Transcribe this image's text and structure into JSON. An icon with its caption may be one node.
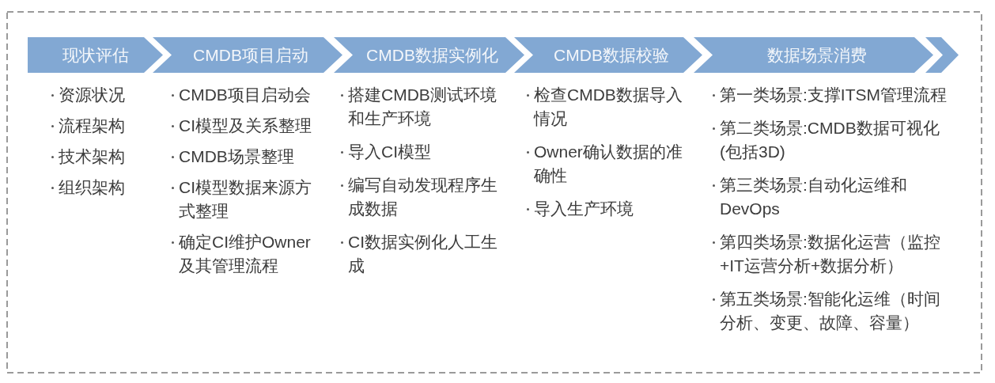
{
  "diagram": {
    "nodes": [
      {
        "text": [
          "现状评估"
        ],
        "beside": [
          "资源状况",
          "流程架构",
          "技术架构",
          "组织架构"
        ]
      },
      {
        "text": [
          "CMDB项目启动"
        ],
        "beside": [
          "CMDB项目启动会",
          "CI模型及关系整理",
          "CMDB场景整理",
          "CI模型数据来源方式整理",
          "确定CI维护Owner及其管理流程"
        ]
      },
      {
        "text": [
          "CMDB数据实例化"
        ],
        "beside": [
          "搭建CMDB测试环境和生产环境",
          "导入CI模型",
          "编写自动发现程序生成数据",
          "CI数据实例化人工生成"
        ]
      },
      {
        "text": [
          "CMDB数据校验"
        ],
        "beside": [
          "检查CMDB数据导入情况",
          "Owner确认数据的准确性",
          "导入生产环境"
        ]
      },
      {
        "text": [
          "数据场景消费"
        ],
        "beside": [
          "第一类场景:支撑ITSM管理流程",
          "第二类场景:CMDB数据可视化(包括3D)",
          "第三类场景:自动化运维和DevOps",
          "第四类场景:数据化运营（监控+IT运营分析+数据分析）",
          "第五类场景:智能化运维（时间分析、变更、故障、容量）"
        ]
      }
    ]
  }
}
